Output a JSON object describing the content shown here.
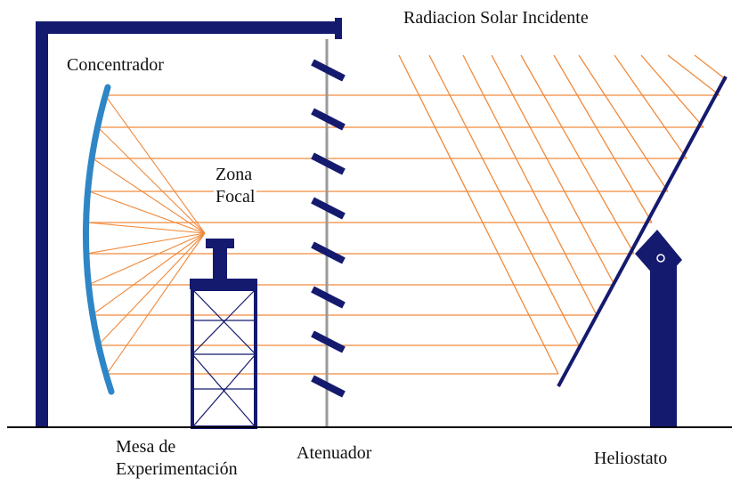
{
  "labels": {
    "incident": "Radiacion Solar Incidente",
    "concentrator": "Concentrador",
    "focal_line1": "Zona",
    "focal_line2": "Focal",
    "table_line1": "Mesa de",
    "table_line2": "Experimentación",
    "attenuator": "Atenuador",
    "heliostat": "Heliostato"
  },
  "colors": {
    "structure": "#141a6e",
    "ray": "#f08a3c",
    "mirror": "#2f86c6",
    "attenuator_line": "#9a9a9a",
    "ground": "#000000"
  }
}
